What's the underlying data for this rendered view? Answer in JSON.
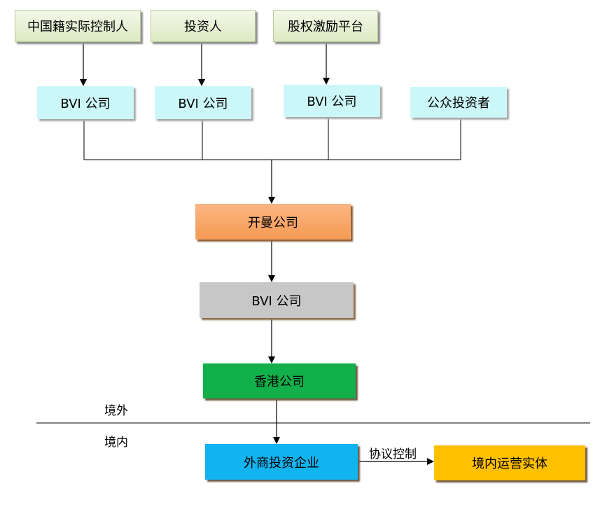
{
  "nodes": {
    "controller": "中国籍实际控制人",
    "investor": "投资人",
    "incentive_platform": "股权激励平台",
    "bvi_1": "BVI 公司",
    "bvi_2": "BVI 公司",
    "bvi_3": "BVI 公司",
    "public_investors": "公众投资者",
    "kaiman": "开曼公司",
    "bvi_mid": "BVI 公司",
    "hk": "香港公司",
    "wfoe": "外商投资企业",
    "domestic_entity": "境内运营实体"
  },
  "labels": {
    "offshore": "境外",
    "onshore": "境内",
    "agreement": "协议控制"
  },
  "colors": {
    "top_green": "#dde9c4",
    "bvi_cyan": "#ccf7f8",
    "cayman_orange": "#f59a52",
    "bvi_gray": "#c7c7c7",
    "hk_green": "#12b04a",
    "wfoe_blue": "#12b4ef",
    "entity_yellow": "#ffc000"
  }
}
